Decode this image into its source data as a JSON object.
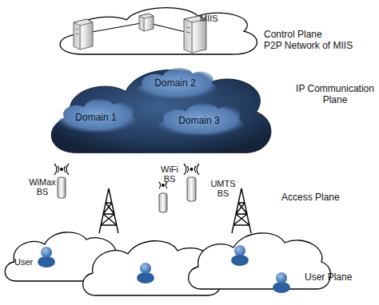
{
  "diagram": {
    "nodes": [
      {
        "text": [
          "Control Plane",
          "P2P Network of MIIS"
        ]
      },
      {
        "text": [
          "IP Communication Plane"
        ]
      },
      {
        "text": [
          "Domain 2"
        ],
        "in": 1
      },
      {
        "text": [
          "Domain 1"
        ],
        "in": 1
      },
      {
        "text": [
          "Domain 3"
        ],
        "in": 1
      }
    ],
    "labels": [
      "MIIS",
      "WiMax BS",
      "WiFi BS",
      "UMTS BS",
      "Access Plane",
      "User",
      "User Plane"
    ]
  }
}
